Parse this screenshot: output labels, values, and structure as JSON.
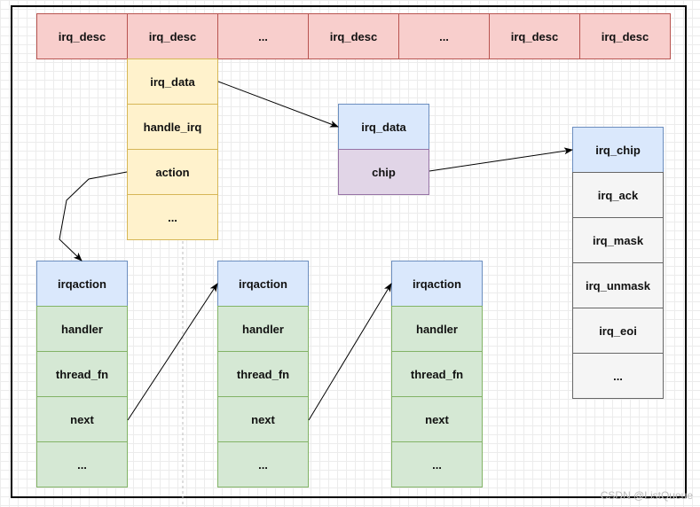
{
  "irq_desc_array": [
    "irq_desc",
    "irq_desc",
    "...",
    "irq_desc",
    "...",
    "irq_desc",
    "irq_desc"
  ],
  "irq_desc_struct": [
    "irq_data",
    "handle_irq",
    "action",
    "..."
  ],
  "irq_data_struct": [
    "irq_data",
    "chip"
  ],
  "irq_chip_struct": [
    "irq_chip",
    "irq_ack",
    "irq_mask",
    "irq_unmask",
    "irq_eoi",
    "..."
  ],
  "irqactions": [
    {
      "title": "irqaction",
      "fields": [
        "handler",
        "thread_fn",
        "next",
        "..."
      ]
    },
    {
      "title": "irqaction",
      "fields": [
        "handler",
        "thread_fn",
        "next",
        "..."
      ]
    },
    {
      "title": "irqaction",
      "fields": [
        "handler",
        "thread_fn",
        "next",
        "..."
      ]
    }
  ],
  "watermark": "CSDN @ListQueue",
  "colors": {
    "irq_desc_fill": "#f8cecc",
    "struct_fill": "#fff2cc",
    "header_fill": "#dae8fc",
    "chip_field_fill": "#e1d5e7",
    "irq_chip_field_fill": "#f5f5f5",
    "irqaction_field_fill": "#d5e8d4"
  }
}
